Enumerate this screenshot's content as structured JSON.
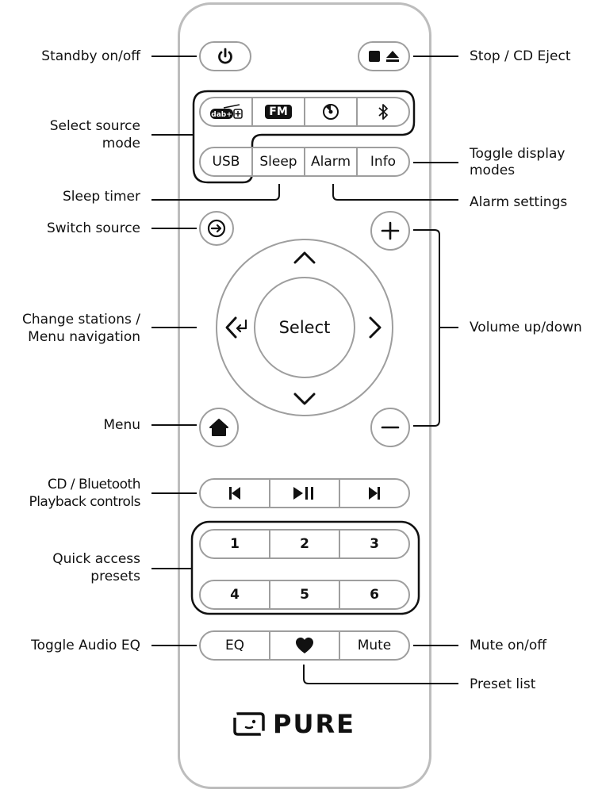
{
  "labels": {
    "standby": "Standby on/off",
    "stop_eject": "Stop / CD Eject",
    "select_source_1": "Select source",
    "select_source_2": "mode",
    "toggle_display_1": "Toggle display",
    "toggle_display_2": "modes",
    "sleep_timer": "Sleep timer",
    "alarm_settings": "Alarm settings",
    "switch_source": "Switch source",
    "change_stations_1": "Change stations /",
    "change_stations_2": "Menu navigation",
    "volume": "Volume up/down",
    "menu": "Menu",
    "playback_1": "CD / Bluetooth",
    "playback_2": "Playback controls",
    "presets_1": "Quick access",
    "presets_2": "presets",
    "toggle_eq": "Toggle Audio EQ",
    "mute": "Mute on/off",
    "preset_list": "Preset list"
  },
  "buttons": {
    "usb": "USB",
    "sleep": "Sleep",
    "alarm": "Alarm",
    "info": "Info",
    "fm": "FM",
    "dab": "dab+",
    "select": "Select",
    "eq": "EQ",
    "mute": "Mute",
    "presets": [
      "1",
      "2",
      "3",
      "4",
      "5",
      "6"
    ]
  },
  "brand": {
    "name": "PURE"
  },
  "icons": [
    "power-icon",
    "stop-icon",
    "eject-icon",
    "dab-icon",
    "cd-icon",
    "bluetooth-icon",
    "source-icon",
    "plus-icon",
    "minus-icon",
    "home-icon",
    "up-arrow-icon",
    "down-arrow-icon",
    "left-back-icon",
    "right-arrow-icon",
    "skip-back-icon",
    "play-pause-icon",
    "skip-forward-icon",
    "heart-icon"
  ]
}
